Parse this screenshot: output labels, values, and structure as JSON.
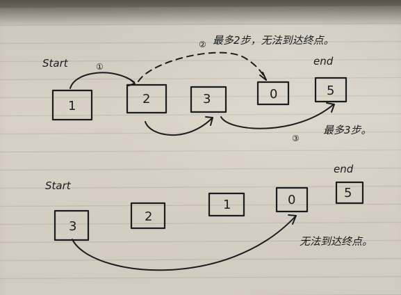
{
  "top": {
    "start_label": "Start",
    "end_label": "end",
    "cells": [
      "1",
      "2",
      "3",
      "0",
      "5"
    ],
    "step_markers": [
      "①",
      "②",
      "③"
    ],
    "note_2": "最多2步，无法到达终点。",
    "note_3": "最多3步。"
  },
  "bottom": {
    "start_label": "Start",
    "end_label": "end",
    "cells": [
      "3",
      "2",
      "1",
      "0",
      "5"
    ],
    "note": "无法到达终点。"
  }
}
